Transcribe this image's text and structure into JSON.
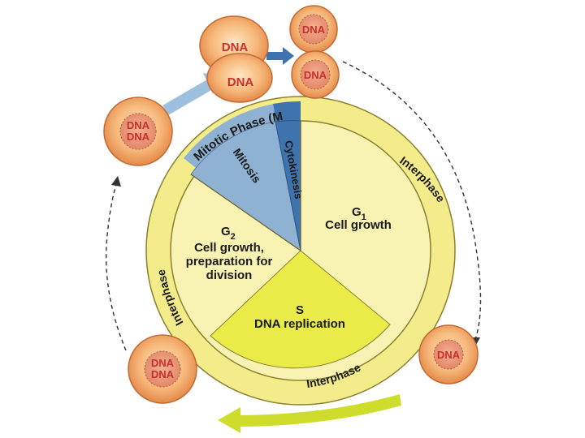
{
  "cell_cycle": {
    "mitotic_ring_label": "Mitotic Phase (M",
    "mitosis_label": "Mitosis",
    "cytokinesis_label": "Cytokinesis",
    "g1": {
      "title": "G",
      "sub": "1",
      "desc": "Cell growth"
    },
    "s": {
      "title": "S",
      "desc": "DNA replication"
    },
    "g2": {
      "title": "G",
      "sub": "2",
      "desc_line1": "Cell growth,",
      "desc_line2": "preparation for",
      "desc_line3": "division"
    },
    "interphase_label": "Interphase"
  },
  "cells": {
    "dna_label": "DNA"
  },
  "colors": {
    "ring_yellow": "#f4eb8a",
    "g_yellow": "#f8f3b2",
    "s_yellow": "#eaea48",
    "mitosis_blue": "#8fb1d2",
    "cytokinesis_blue": "#3f73ad",
    "cell_outer": "#ee9a52",
    "cell_inner": "#d56a4a",
    "arrow_green": "#cedd2c",
    "arrow_blue": "#3f73ad"
  }
}
